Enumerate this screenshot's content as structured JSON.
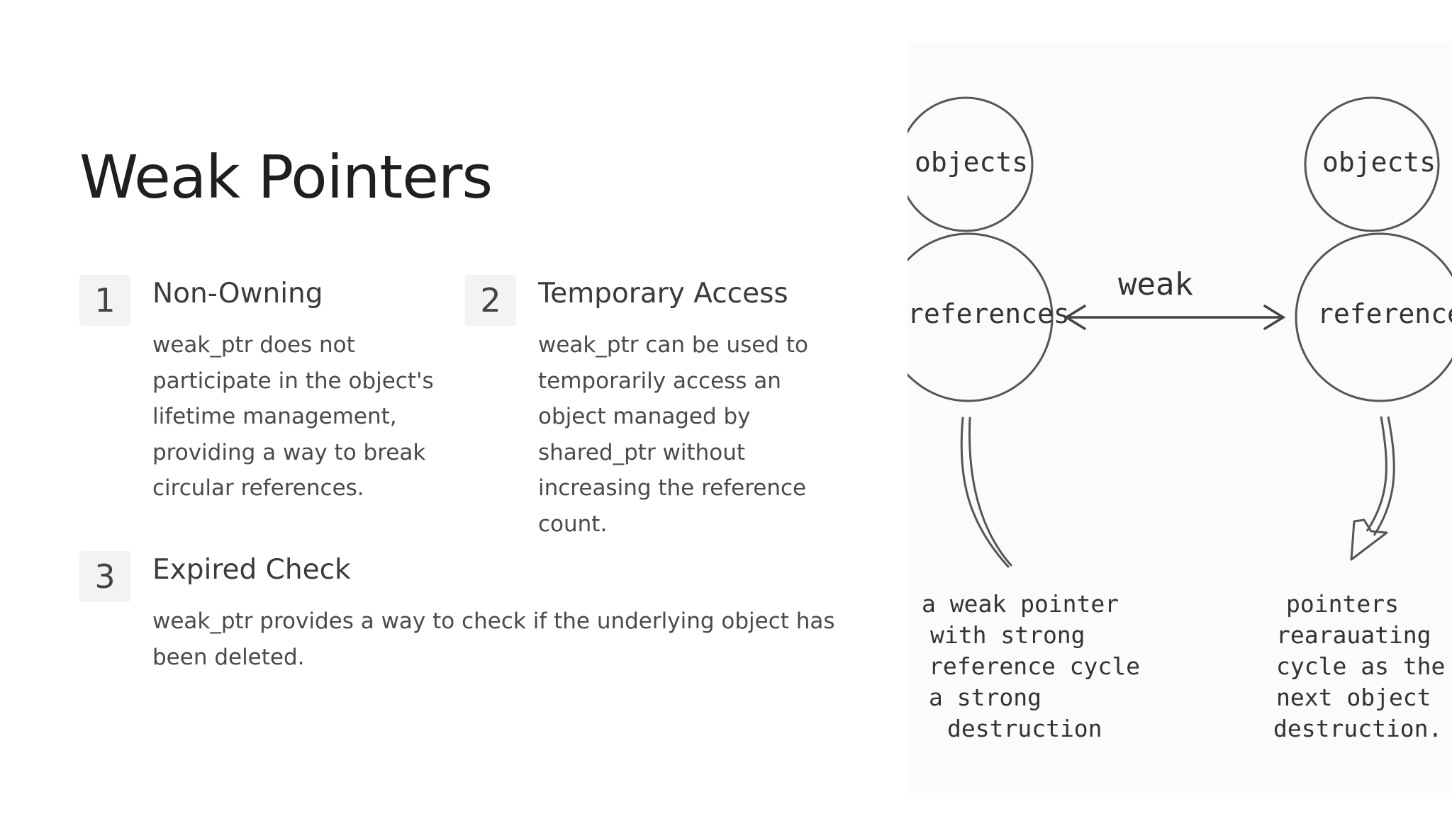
{
  "slide": {
    "title": "Weak Pointers"
  },
  "items": [
    {
      "number": "1",
      "heading": "Non-Owning",
      "description": "weak_ptr does not participate in the object's lifetime management, providing a way to break circular references."
    },
    {
      "number": "2",
      "heading": "Temporary Access",
      "description": "weak_ptr can be used to temporarily access an object managed by shared_ptr without increasing the reference count."
    },
    {
      "number": "3",
      "heading": "Expired Check",
      "description": "weak_ptr provides a way to check if the underlying object has been deleted."
    }
  ],
  "diagram": {
    "left_objects": "objects",
    "left_references": "references",
    "arrow_label": "weak",
    "right_objects": "objects",
    "right_references": "references",
    "left_caption": [
      "a weak pointer",
      "with strong",
      "reference cycle",
      "a strong",
      "destruction"
    ],
    "right_caption": [
      "pointers",
      "rearauating",
      "cycle as the",
      "next object",
      "destruction."
    ]
  }
}
